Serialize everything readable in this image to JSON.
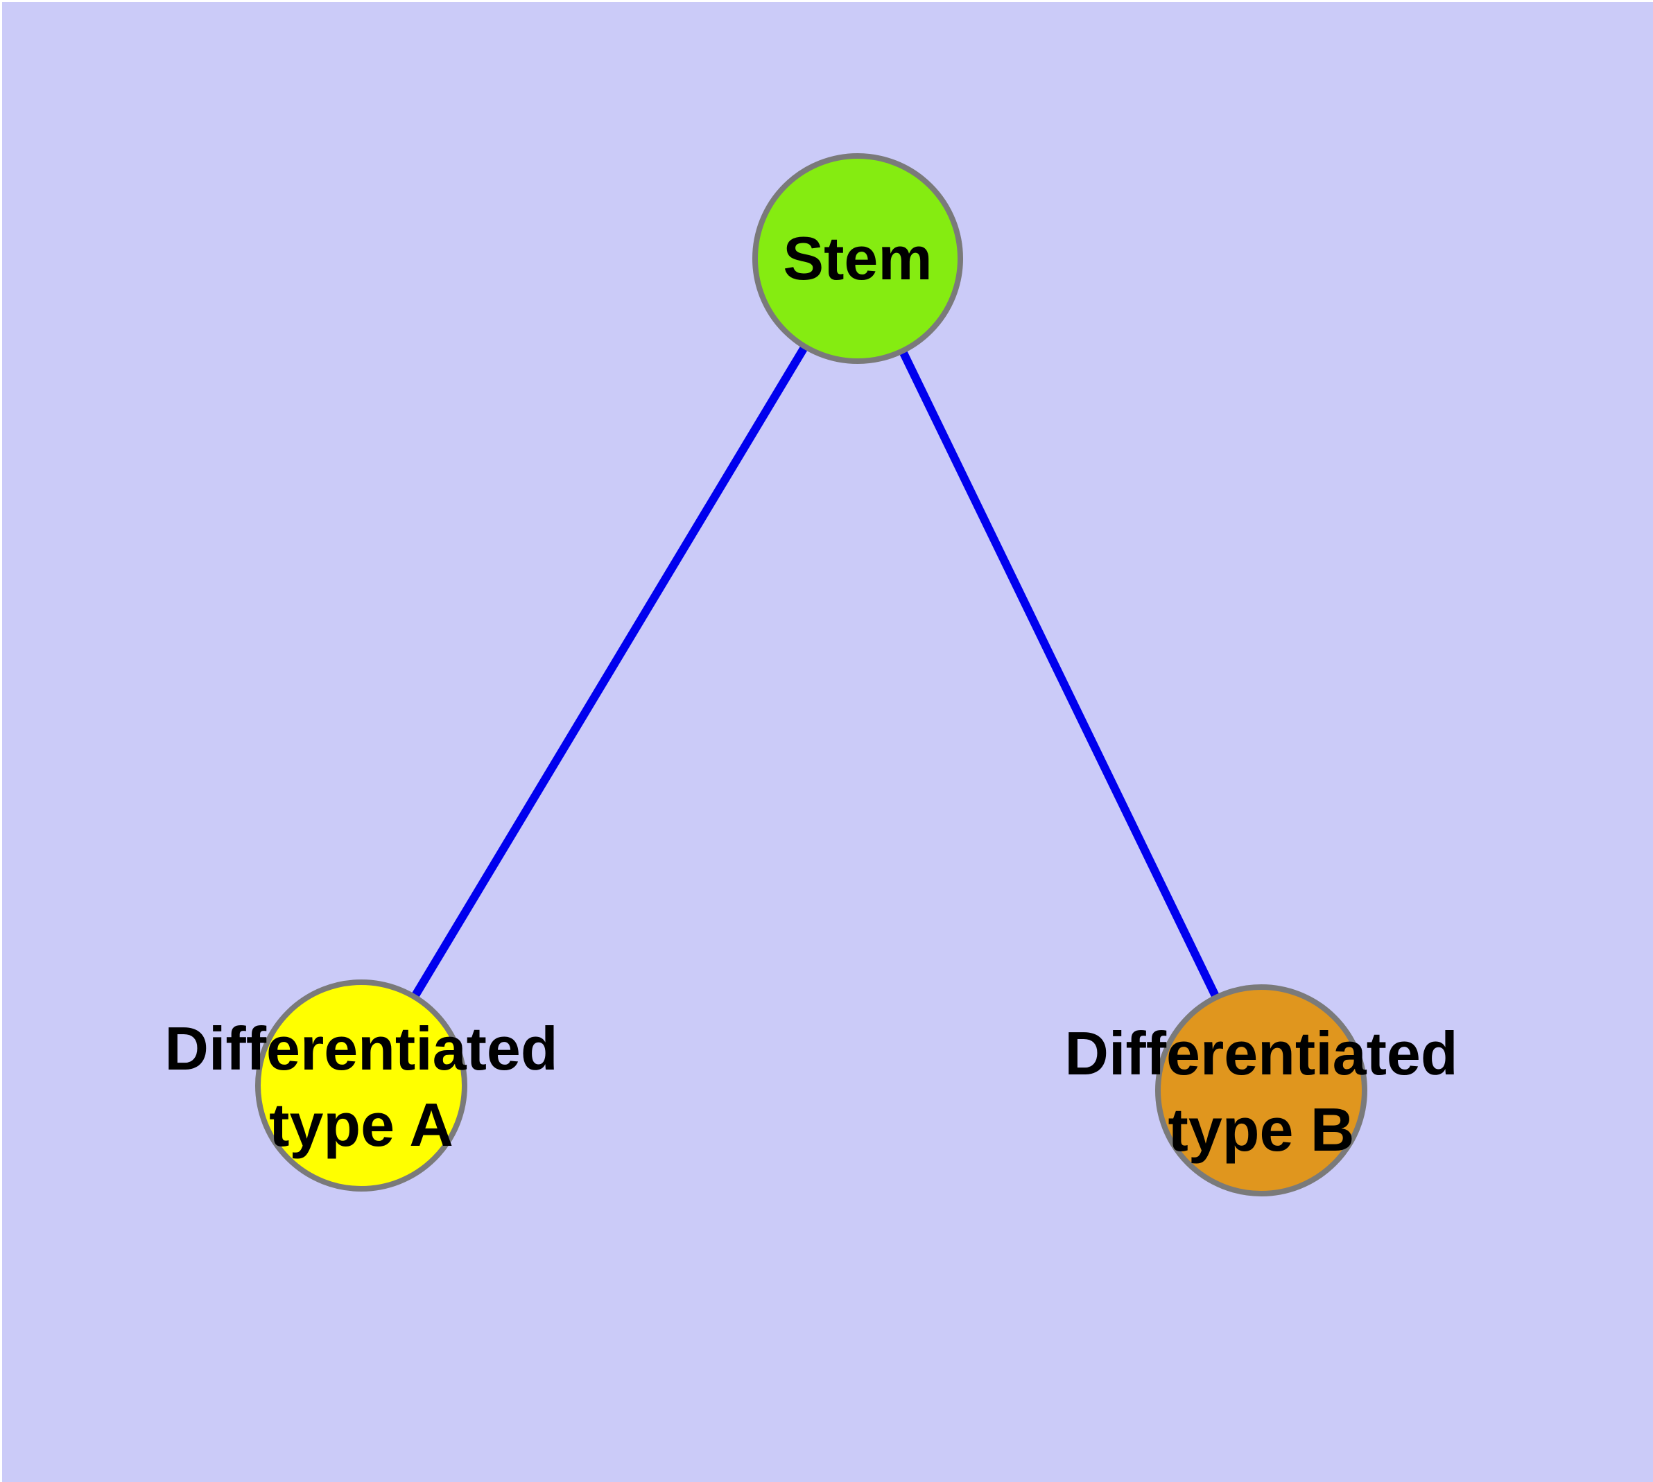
{
  "diagram": {
    "background_color": "#CBCBF8",
    "window_edge_color": "#FFFFFF",
    "edge_color": "#0000EE",
    "node_border_color": "#7A7A7A",
    "label_color": "#000000",
    "nodes": [
      {
        "id": "stem",
        "label": "Stem",
        "label_lines": [
          "Stem"
        ],
        "color": "#85EC11"
      },
      {
        "id": "differentiated-type-a",
        "label": "Differentiated type A",
        "label_lines": [
          "Differentiated",
          "type A"
        ],
        "color": "#FFFF00"
      },
      {
        "id": "differentiated-type-b",
        "label": "Differentiated type B",
        "label_lines": [
          "Differentiated",
          "type B"
        ],
        "color": "#E0961E"
      }
    ],
    "edges": [
      {
        "from": "Stem",
        "to": "Differentiated type A"
      },
      {
        "from": "Stem",
        "to": "Differentiated type B"
      }
    ]
  }
}
